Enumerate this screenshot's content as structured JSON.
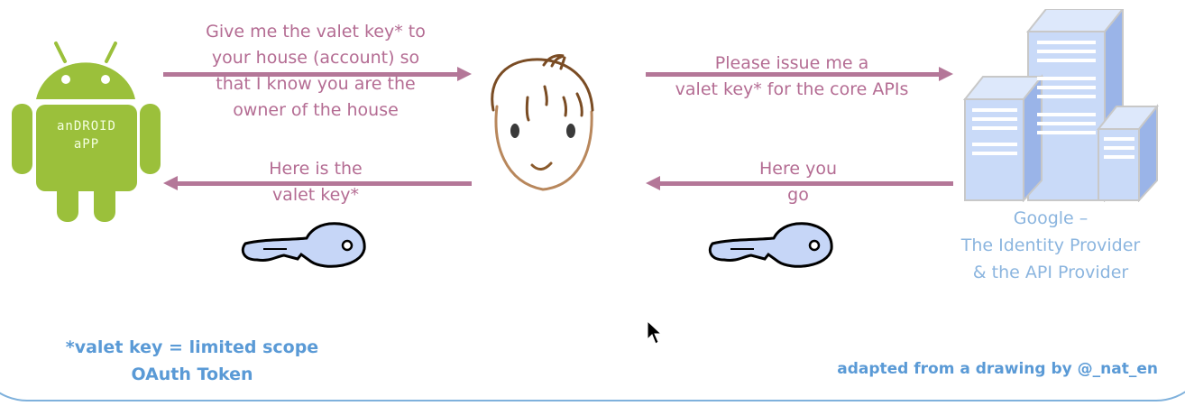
{
  "messages": {
    "android_to_user": [
      "Give me the valet key* to",
      "your house (account) so",
      "that I know you are the",
      "owner of the house"
    ],
    "user_to_android": [
      "Here is the",
      "valet key*"
    ],
    "user_to_google": [
      "Please issue me a",
      "valet key* for the core APIs"
    ],
    "google_to_user": [
      "Here you",
      "go"
    ]
  },
  "android_label": [
    "anDROID",
    "aPP"
  ],
  "google_label": [
    "Google –",
    "The Identity Provider",
    "& the API Provider"
  ],
  "footnote": [
    "*valet key = limited scope",
    "OAuth Token"
  ],
  "credit": "adapted from a drawing by @_nat_en",
  "colors": {
    "arrow": "#b47798",
    "message_text": "#b46c93",
    "android_green": "#9bc03b",
    "building_blue": "#c9daf8",
    "key_fill": "#c6d6f7",
    "blue_text": "#5a9ad6",
    "frame": "#7fb1dc"
  },
  "icons": [
    "android-robot-icon",
    "person-face-icon",
    "building-icon",
    "key-icon",
    "mouse-cursor-icon"
  ]
}
